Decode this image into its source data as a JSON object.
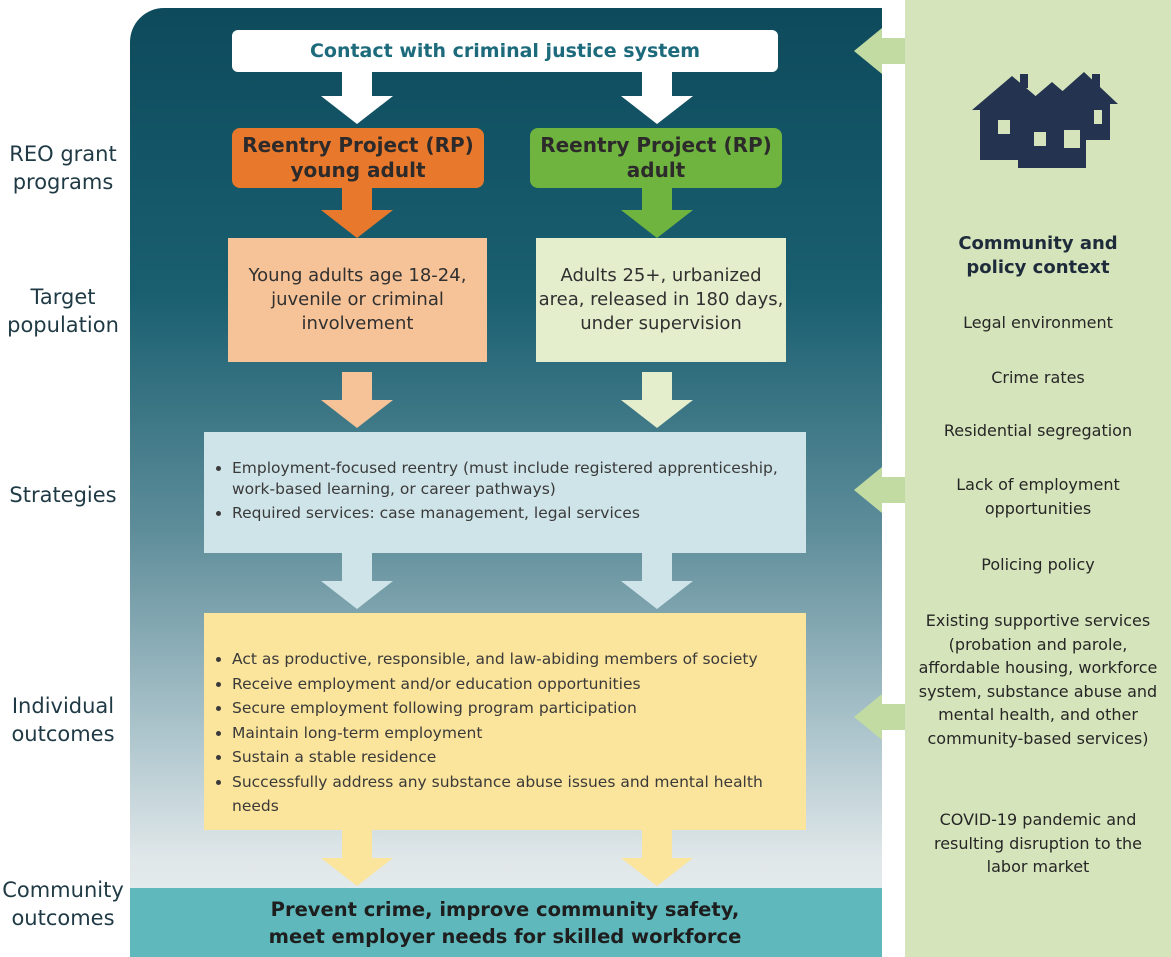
{
  "left_labels": {
    "programs": "REO grant programs",
    "target": "Target population",
    "strategies": "Strategies",
    "individual": "Individual outcomes",
    "community": "Community outcomes"
  },
  "contact": "Contact with criminal justice system",
  "rp_young": {
    "line1": "Reentry Project (RP)",
    "line2": "young adult"
  },
  "rp_adult": {
    "line1": "Reentry Project (RP)",
    "line2": "adult"
  },
  "target_young": {
    "line1": "Young adults age 18-24,",
    "line2": "juvenile or criminal",
    "line3": "involvement"
  },
  "target_adult": {
    "line1": "Adults 25+, urbanized",
    "line2": "area, released in 180 days,",
    "line3": "under supervision"
  },
  "strategies": [
    "Employment-focused reentry (must include registered apprenticeship, work-based learning, or career pathways)",
    "Required services: case management, legal services"
  ],
  "outcomes": [
    "Act as productive, responsible, and law-abiding members of society",
    "Receive employment and/or education opportunities",
    "Secure employment following program participation",
    "Maintain long-term employment",
    "Sustain a stable residence",
    "Successfully address any substance abuse issues and mental health needs"
  ],
  "community_outcome": {
    "line1": "Prevent crime, improve community safety,",
    "line2": "meet employer needs for skilled workforce"
  },
  "side": {
    "title": "Community and policy context",
    "items": [
      "Legal  environment",
      "Crime rates",
      "Residential segregation",
      "Lack of employment opportunities",
      "Policing policy",
      "Existing supportive services (probation and parole, affordable housing, workforce system, substance abuse and mental health, and other community-based services)",
      "COVID-19 pandemic and resulting disruption to the labor market"
    ]
  },
  "icon": "houses-icon",
  "colors": {
    "panel_top": "#0d4a5c",
    "rp_young": "#e8792c",
    "rp_adult": "#6fb43f",
    "target_young": "#f6c297",
    "target_adult": "#e4edcc",
    "strategies": "#cfe4e8",
    "outcomes": "#fbe49b",
    "community_bar": "#5fb8bb",
    "side_panel": "#d6e4bb",
    "side_arrow": "#c2dba3"
  }
}
